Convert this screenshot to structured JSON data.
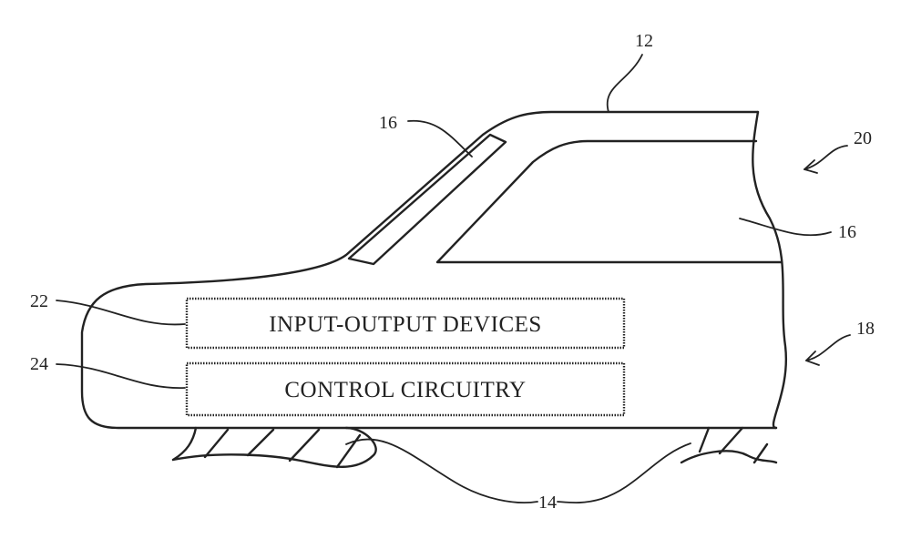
{
  "labels": {
    "ref_12": "12",
    "ref_16_top": "16",
    "ref_16_side": "16",
    "ref_20": "20",
    "ref_18": "18",
    "ref_22": "22",
    "ref_24": "24",
    "ref_14": "14"
  },
  "boxes": {
    "input_output": "INPUT-OUTPUT DEVICES",
    "control": "CONTROL CIRCUITRY"
  }
}
